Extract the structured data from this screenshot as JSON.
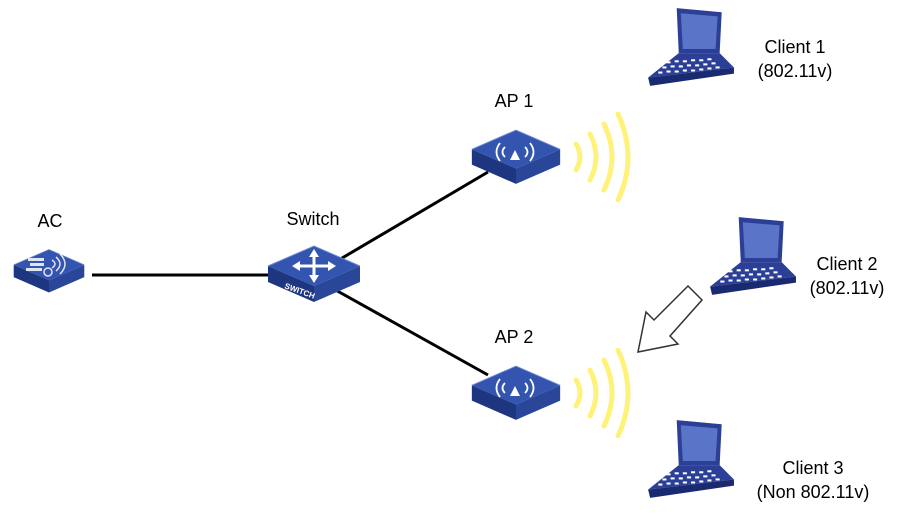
{
  "colors": {
    "device_top": "#2e4fa8",
    "device_side": "#1b2f78",
    "device_front": "#243f92",
    "link": "#000000",
    "wave": "#fff27a",
    "laptop_screen": "#4a63b8"
  },
  "nodes": {
    "ac": {
      "label": "AC",
      "icon": "ac-controller-icon"
    },
    "switch": {
      "label": "Switch",
      "icon": "switch-icon",
      "face_text": "SWITCH"
    },
    "ap1": {
      "label": "AP 1",
      "icon": "access-point-icon"
    },
    "ap2": {
      "label": "AP 2",
      "icon": "access-point-icon"
    },
    "client1": {
      "name": "Client 1",
      "detail": "(802.11v)",
      "icon": "laptop-icon"
    },
    "client2": {
      "name": "Client 2",
      "detail": "(802.11v)",
      "icon": "laptop-icon"
    },
    "client3": {
      "name": "Client 3",
      "detail": "(Non 802.11v)",
      "icon": "laptop-icon"
    }
  },
  "links": [
    {
      "from": "ac",
      "to": "switch"
    },
    {
      "from": "switch",
      "to": "ap1"
    },
    {
      "from": "switch",
      "to": "ap2"
    }
  ],
  "roam": {
    "from": "client2",
    "to": "ap2",
    "icon": "roam-arrow-icon"
  }
}
